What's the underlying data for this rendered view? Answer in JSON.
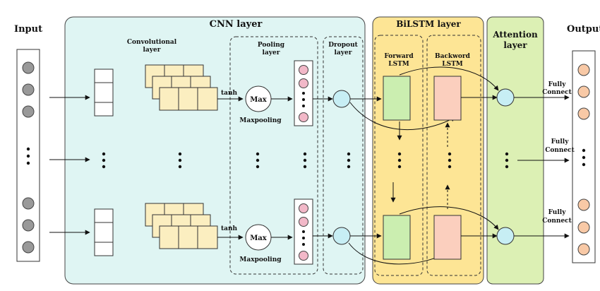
{
  "labels": {
    "input": "Input",
    "output": "Output",
    "cnn_layer": "CNN layer",
    "bilstm_layer": "BiLSTM layer",
    "attention_l1": "Attention",
    "attention_l2": "layer",
    "conv_l1": "Convolutional",
    "conv_l2": "layer",
    "pool_l1": "Pooling",
    "pool_l2": "layer",
    "drop_l1": "Dropout",
    "drop_l2": "layer",
    "fwd_l1": "Forward",
    "fwd_l2": "LSTM",
    "bwd_l1": "Backword",
    "bwd_l2": "LSTM",
    "tanh": "tanh",
    "max": "Max",
    "maxpooling": "Maxpooling",
    "fc_l1": "Fully",
    "fc_l2": "Connect"
  },
  "colors": {
    "cnn_bg": "#dff5f3",
    "bilstm_bg": "#fde595",
    "attention_bg": "#dcf0b4",
    "input_node": "#999999",
    "output_node": "#f8c9a6",
    "pool_node": "#f2b8c8",
    "dropout_node": "#c7eef4",
    "forward_lstm": "#cbeeb0",
    "backward_lstm": "#fbcfbe",
    "conv_map": "#fbeec0",
    "attention_node": "#c7eef4"
  }
}
